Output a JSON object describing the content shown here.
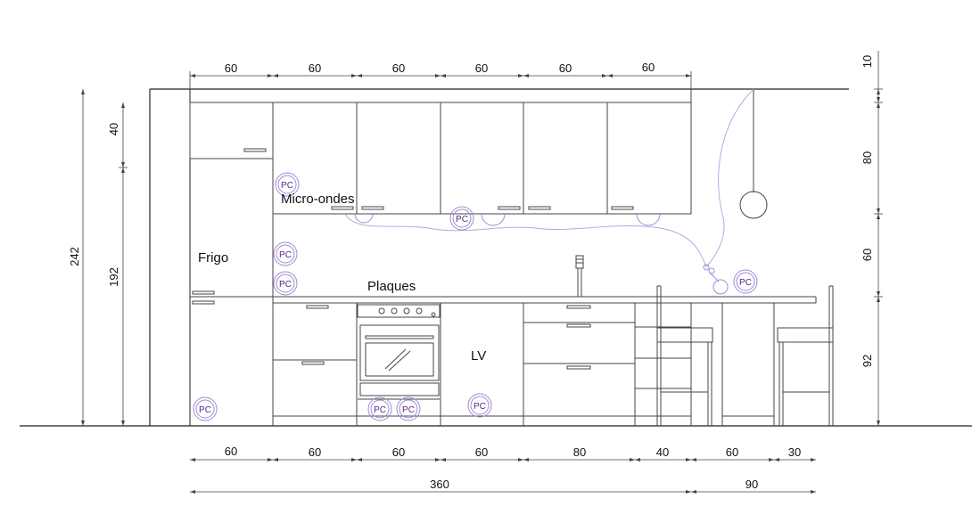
{
  "colors": {
    "line": "#444444",
    "wall": "#222222",
    "pc_ring": "#9d8bd6",
    "pc_text": "#5a1f8c",
    "cable": "#b6a9e0"
  },
  "labels": {
    "micro_ondes": "Micro-ondes",
    "frigo": "Frigo",
    "plaques": "Plaques",
    "lv": "LV"
  },
  "outlet_label": "PC",
  "dimensions": {
    "top_row": [
      "60",
      "60",
      "60",
      "60",
      "60",
      "60"
    ],
    "bottom_row": [
      "60",
      "60",
      "60",
      "60",
      "80",
      "40",
      "60",
      "30"
    ],
    "totals": [
      "360",
      "90"
    ],
    "left_outer": "242",
    "left_inner": [
      "40",
      "192"
    ],
    "right_column": [
      "10",
      "80",
      "60",
      "92"
    ]
  }
}
